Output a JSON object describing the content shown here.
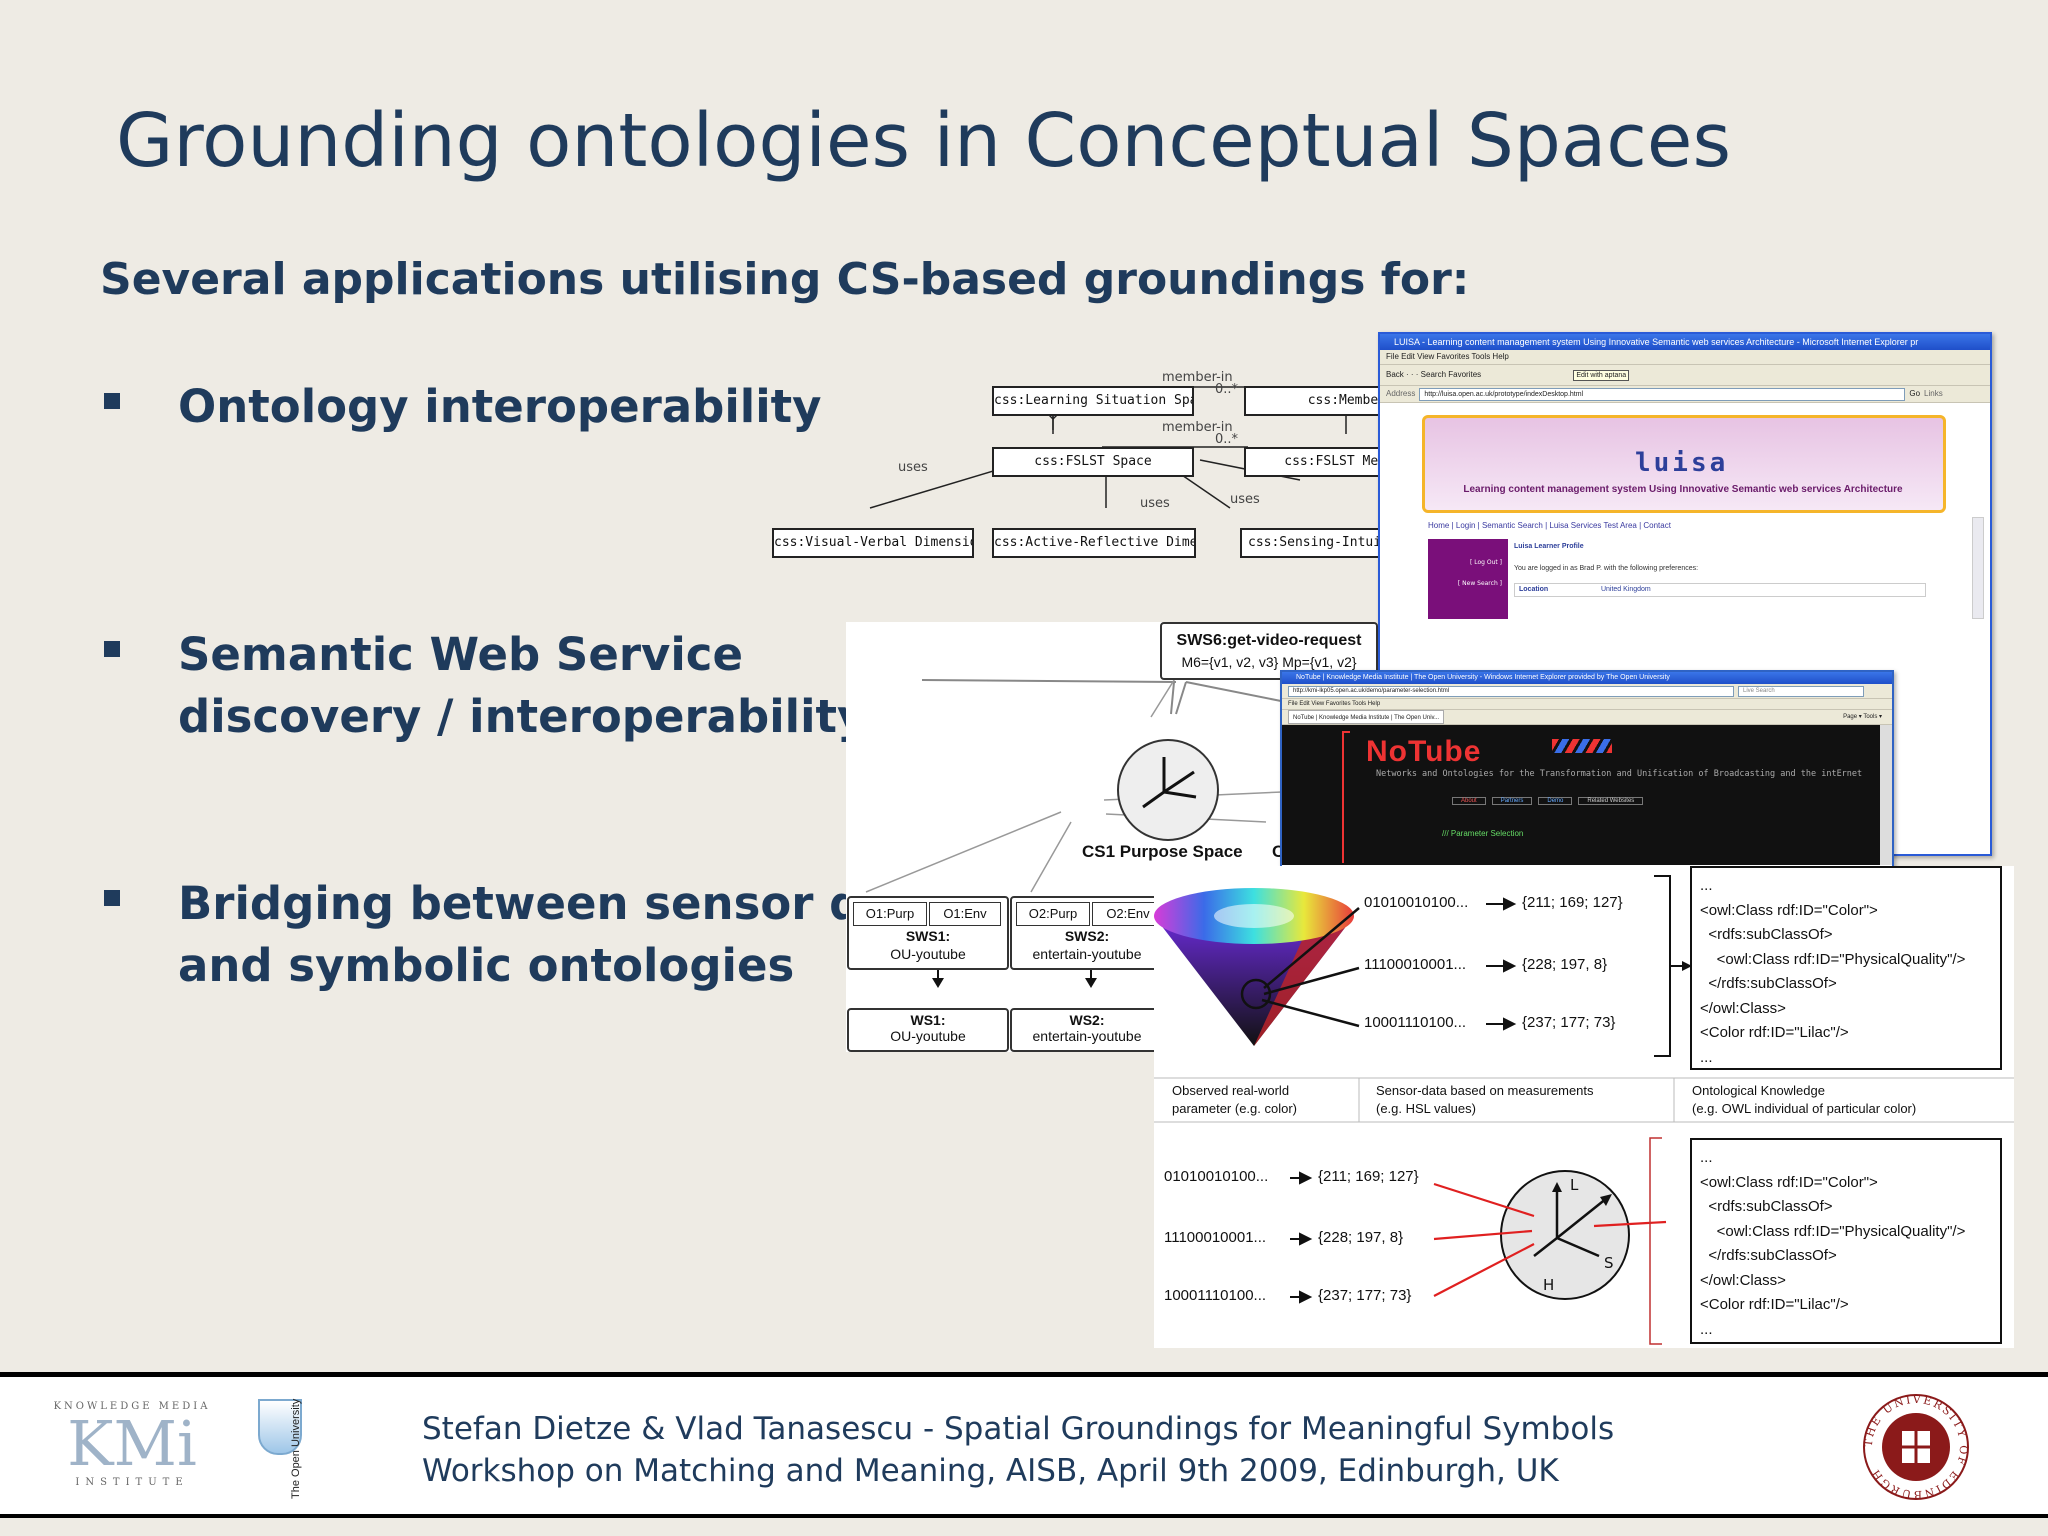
{
  "slide": {
    "title": "Grounding ontologies in Conceptual Spaces",
    "subtitle": "Several applications utilising CS-based groundings for:",
    "bullets": [
      {
        "line1": "Ontology interoperability",
        "line2": ""
      },
      {
        "line1": "Semantic Web Service",
        "line2": "discovery / interoperability"
      },
      {
        "line1": "Bridging between sensor data",
        "line2": "and symbolic ontologies"
      }
    ]
  },
  "uml": {
    "boxes": {
      "learning": "css:Learning Situation Space",
      "member": "css:Member",
      "fslst": "css:FSLST Space",
      "fslst_mem": "css:FSLST Mem",
      "visual": "css:Visual-Verbal Dimension",
      "active": "css:Active-Reflective Dimension",
      "sensing": "css:Sensing-Intuitive D"
    },
    "labels": {
      "member_in_1": "member-in",
      "mult_1": "0..*",
      "member_in_2": "member-in",
      "mult_2": "0..*",
      "uses_1": "uses",
      "uses_2": "uses",
      "uses_3": "uses"
    }
  },
  "sws_diagram": {
    "request_title": "SWS6:get-video-request",
    "request_sub": "M6={v1, v2, v3}      Mp={v1, v2}",
    "space_label": "CS1 Purpose Space",
    "space_label_clip": "C",
    "o1_purp": "O1:Purp",
    "o1_env": "O1:Env",
    "o2_purp": "O2:Purp",
    "o2_env": "O2:Env",
    "sws1_name": "SWS1:",
    "sws1_val": "OU-youtube",
    "sws2_name": "SWS2:",
    "sws2_val": "entertain-youtube",
    "ws1_name": "WS1:",
    "ws1_val": "OU-youtube",
    "ws2_name": "WS2:",
    "ws2_val": "entertain-youtube"
  },
  "luisa_window": {
    "title": "LUISA - Learning content management system Using Innovative Semantic web services Architecture - Microsoft Internet Explorer pr",
    "menu": "File   Edit   View   Favorites   Tools   Help",
    "toolbar": "Back   ·   ·   ·   Search   Favorites",
    "tooltip": "Edit with aptana",
    "address_label": "Address",
    "address": "http://luisa.open.ac.uk/prototype/indexDesktop.html",
    "go": "Go",
    "links": "Links",
    "logo": "luisa",
    "banner_text": "Learning content management system Using Innovative Semantic web services Architecture",
    "nav": "Home  |  Login  |  Semantic Search  |  Luisa Services Test Area  |  Contact",
    "log_out": "[ Log Out ]",
    "new_search": "[ New Search ]",
    "profile_heading": "Luisa Learner Profile",
    "logged_in": "You are logged in as Brad P. with the following preferences:",
    "pref_key": "Location",
    "pref_val": "United Kingdom"
  },
  "notube_window": {
    "title": "NoTube | Knowledge Media Institute | The Open University - Windows Internet Explorer provided by The Open University",
    "address": "http://kmi-lkp05.open.ac.uk/demo/parameter-selection.html",
    "search": "Live Search",
    "menu": "File   Edit   View   Favorites   Tools   Help",
    "tab": "NoTube | Knowledge Media Institute | The Open Univ...",
    "toolbar_right": "Page ▾   Tools ▾",
    "logo": "NoTube",
    "tagline": "Networks and Ontologies for the Transformation and Unification of Broadcasting and the intErnet",
    "tabs": [
      "About",
      "Partners",
      "Demo",
      "Related Websites"
    ],
    "section": "/// Parameter Selection"
  },
  "sensor_panel": {
    "rows": [
      {
        "bits": "01010010100...",
        "rgb": "{211; 169; 127}"
      },
      {
        "bits": "11100010001...",
        "rgb": "{228; 197, 8}"
      },
      {
        "bits": "10001110100...",
        "rgb": "{237; 177; 73}"
      }
    ],
    "owl_lines": [
      "...",
      "<owl:Class rdf:ID=\"Color\">",
      "  <rdfs:subClassOf>",
      "    <owl:Class rdf:ID=\"PhysicalQuality\"/>",
      "  </rdfs:subClassOf>",
      "</owl:Class>",
      "<Color rdf:ID=\"Lilac\"/>",
      "..."
    ],
    "captions": [
      {
        "line1": "Observed real-world",
        "line2": "parameter (e.g. color)"
      },
      {
        "line1": "Sensor-data based on measurements",
        "line2": "(e.g. HSL values)"
      },
      {
        "line1": "Ontological Knowledge",
        "line2": "(e.g. OWL individual of particular color)"
      }
    ],
    "axis_labels": {
      "l": "L",
      "s": "S",
      "h": "H"
    },
    "colors": {
      "arrow": "#e02020",
      "bracket": "#c03030"
    }
  },
  "footer": {
    "line1": "Stefan Dietze & Vlad Tanasescu - Spatial Groundings for Meaningful Symbols",
    "line2": "Workshop on Matching and Meaning, AISB, April 9th 2009, Edinburgh, UK",
    "kmi_top": "KNOWLEDGE MEDIA",
    "kmi_logo": "KMi",
    "kmi_bottom": "INSTITUTE",
    "ou_text": "The Open University",
    "edinburgh_ring": "THE UNIVERSITY OF EDINBURGH"
  },
  "colors": {
    "title": "#1f3b5c",
    "background": "#eeebe4"
  }
}
